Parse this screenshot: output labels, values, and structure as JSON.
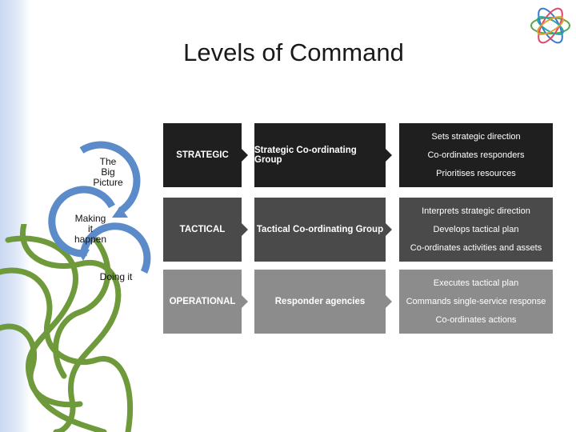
{
  "slide": {
    "title": "Levels of Command"
  },
  "cycle": {
    "steps": [
      {
        "label_lines": [
          "The",
          "Big",
          "Picture"
        ]
      },
      {
        "label_lines": [
          "Making",
          "it",
          "happen"
        ]
      },
      {
        "label_lines": [
          "Doing it"
        ]
      }
    ],
    "arrow_color": "#5b8bc9"
  },
  "levels": [
    {
      "name": "STRATEGIC",
      "group": "Strategic Co-ordinating Group",
      "actions": [
        "Sets strategic direction",
        "Co-ordinates responders",
        "Prioritises resources"
      ],
      "color": "#1f1f1f"
    },
    {
      "name": "TACTICAL",
      "group": "Tactical Co-ordinating Group",
      "actions": [
        "Interprets strategic direction",
        "Develops tactical plan",
        "Co-ordinates activities and assets"
      ],
      "color": "#4a4a4a"
    },
    {
      "name": "OPERATIONAL",
      "group": "Responder agencies",
      "actions": [
        "Executes tactical plan",
        "Commands single-service response",
        "Co-ordinates actions"
      ],
      "color": "#8c8c8c"
    }
  ]
}
